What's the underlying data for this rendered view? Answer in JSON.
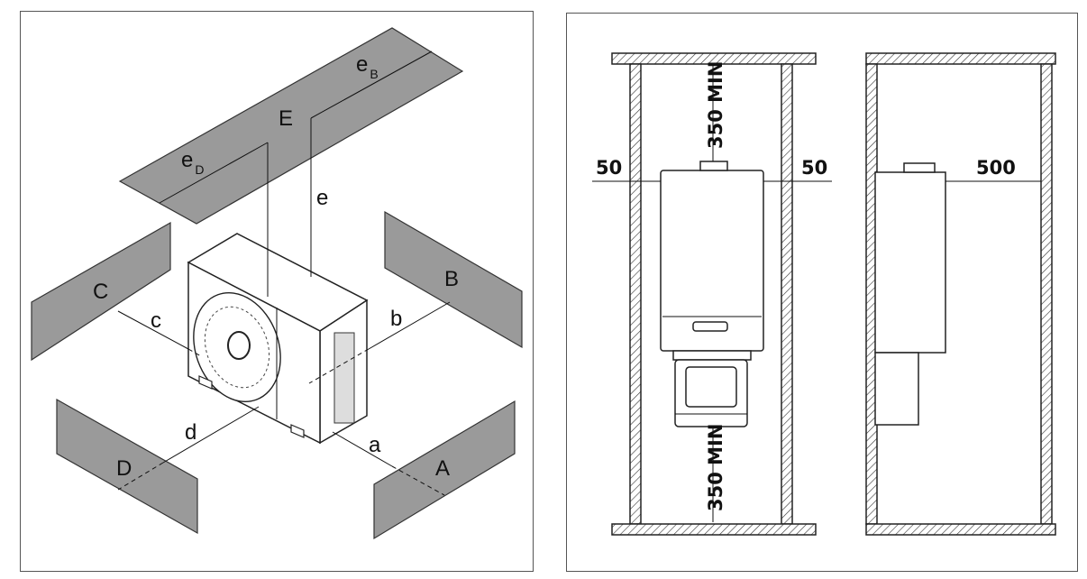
{
  "left_diagram": {
    "labels": {
      "A": "A",
      "B": "B",
      "C": "C",
      "D": "D",
      "E": "E",
      "a": "a",
      "b": "b",
      "c": "c",
      "d": "d",
      "e": "e",
      "eB_main": "e",
      "eB_sub": "B",
      "eD_main": "e",
      "eD_sub": "D"
    }
  },
  "right_diagram": {
    "dims": {
      "top_clearance": "350 MIN",
      "bottom_clearance": "350 MIN",
      "left_side": "50",
      "right_side": "50",
      "front": "500"
    }
  },
  "colors": {
    "plate": "#9a9a9a",
    "line": "#111111"
  }
}
